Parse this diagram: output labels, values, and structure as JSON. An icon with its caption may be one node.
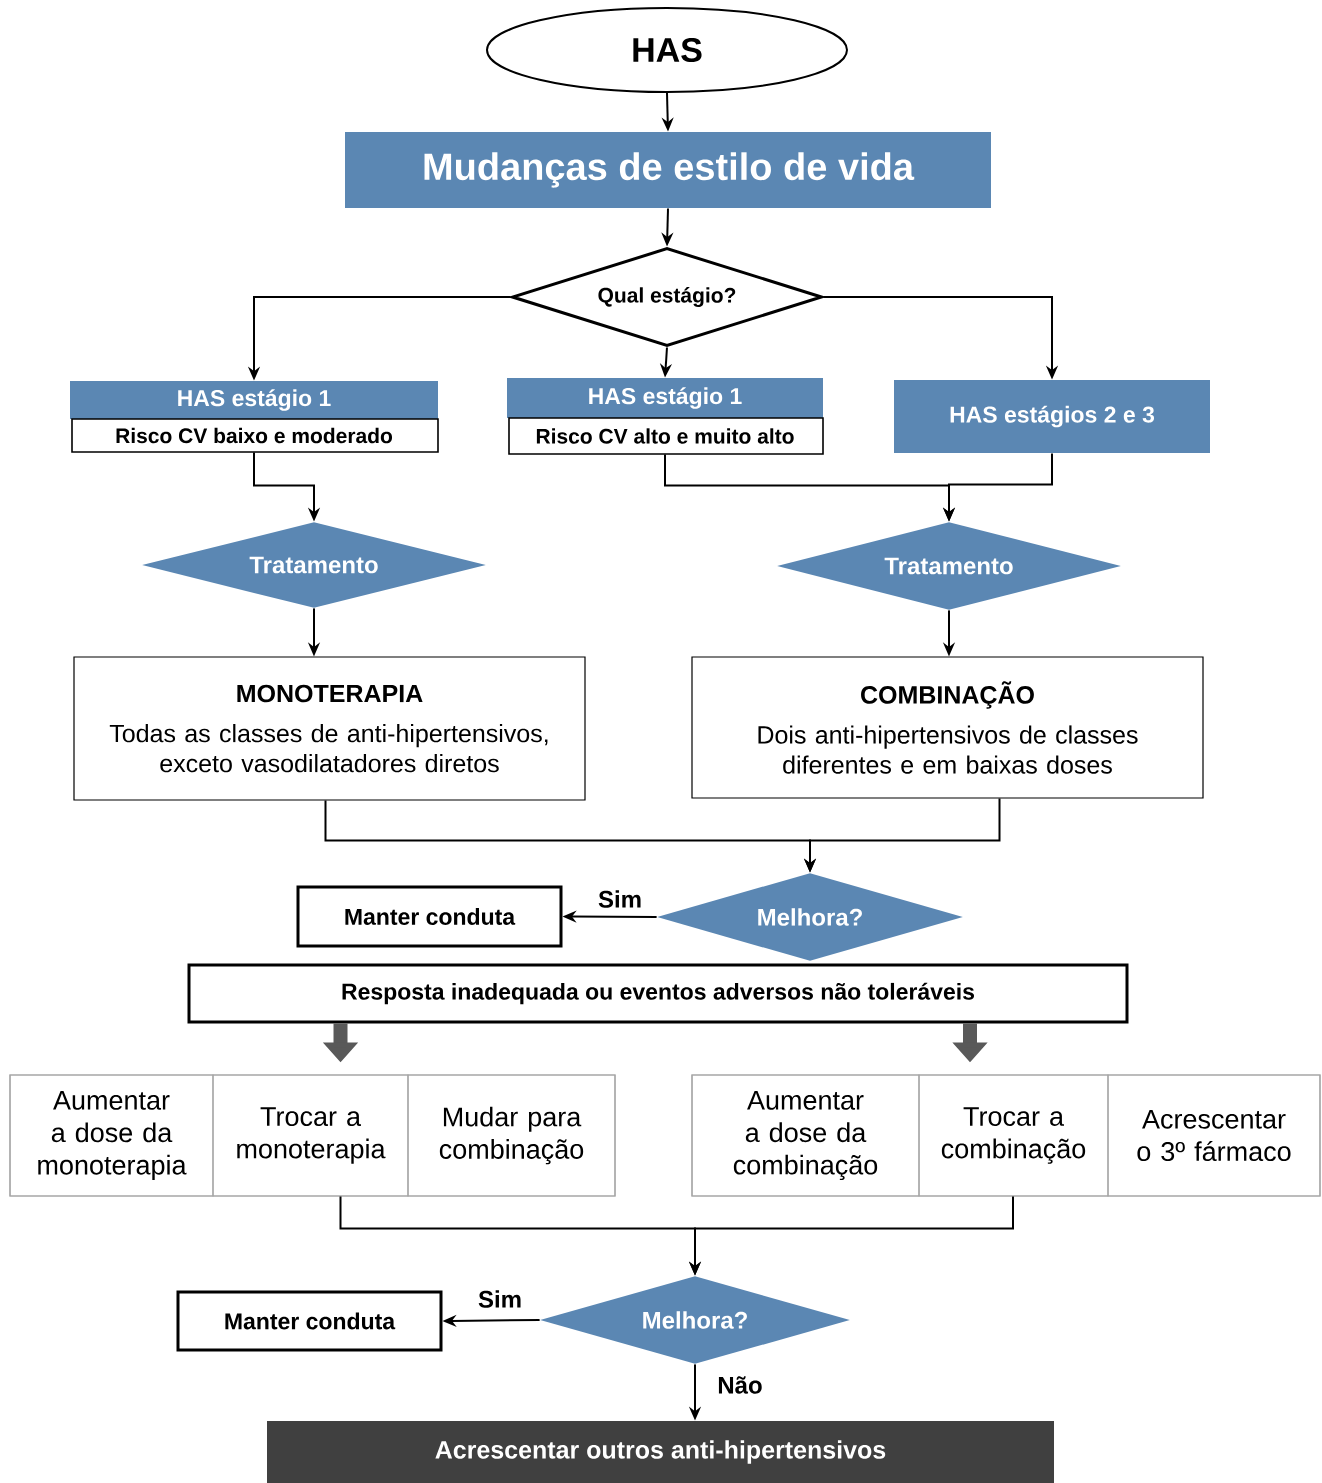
{
  "diagram": {
    "nodes": [
      {
        "text": [
          "HAS"
        ]
      },
      {
        "text": [
          "Mudanças de estilo de vida"
        ]
      },
      {
        "text": [
          "Qual estágio?"
        ]
      },
      {
        "text": [
          "HAS estágio 1",
          "Risco CV baixo e moderado"
        ]
      },
      {
        "text": [
          "HAS estágio 1",
          "Risco CV alto e muito alto"
        ]
      },
      {
        "text": [
          "HAS estágios 2 e 3"
        ]
      },
      {
        "text": [
          "Tratamento"
        ]
      },
      {
        "text": [
          "Tratamento"
        ]
      },
      {
        "text": [
          "MONOTERAPIA",
          "Todas as classes de anti-hipertensivos, exceto vasodilatadores diretos"
        ]
      },
      {
        "text": [
          "COMBINAÇÃO",
          "Dois anti-hipertensivos de classes diferentes e em baixas doses"
        ]
      },
      {
        "text": [
          "Manter conduta"
        ]
      },
      {
        "text": [
          "Melhora?"
        ]
      },
      {
        "text": [
          "Resposta inadequada ou eventos adversos não toleráveis"
        ]
      },
      {
        "text": [],
        "shape": "box"
      },
      {
        "text": [
          "Aumentar a dose da monoterapia"
        ],
        "in": 13
      },
      {
        "text": [
          "Trocar a monoterapia"
        ],
        "in": 13
      },
      {
        "text": [
          "Mudar para combinação"
        ],
        "in": 13
      },
      {
        "text": [],
        "shape": "box"
      },
      {
        "text": [
          "Aumentar a dose da combinação"
        ],
        "in": 17
      },
      {
        "text": [
          "Trocar a combinação"
        ],
        "in": 17
      },
      {
        "text": [
          "Acrescentar o 3º fármaco"
        ],
        "in": 17
      },
      {
        "text": [
          "Manter conduta"
        ]
      },
      {
        "text": [
          "Melhora?"
        ]
      },
      {
        "text": [
          "Acrescentar outros anti-hipertensivos"
        ]
      }
    ],
    "edges": [
      {
        "from": 0,
        "to": 1,
        "arrow": "to"
      },
      {
        "from": 1,
        "to": 2,
        "arrow": "to"
      },
      {
        "from": 2,
        "to": 3,
        "arrow": "to"
      },
      {
        "from": 2,
        "to": 4,
        "arrow": "to"
      },
      {
        "from": 2,
        "to": 5,
        "arrow": "to"
      },
      {
        "from": 3,
        "to": 6,
        "arrow": "to"
      },
      {
        "from": 4,
        "to": 7,
        "arrow": "to"
      },
      {
        "from": 5,
        "to": 7,
        "arrow": "to"
      },
      {
        "from": 6,
        "to": 8,
        "arrow": "to"
      },
      {
        "from": 7,
        "to": 9,
        "arrow": "to"
      },
      {
        "from": 8,
        "to": 11,
        "arrow": "to"
      },
      {
        "from": 9,
        "to": 11,
        "arrow": "to"
      },
      {
        "from": 11,
        "to": 10,
        "arrow": "to",
        "label": "Sim"
      },
      {
        "from": 12,
        "to": 13,
        "arrow": "to",
        "style": "thick",
        "color": "#595959"
      },
      {
        "from": 12,
        "to": 17,
        "arrow": "to",
        "style": "thick",
        "color": "#595959"
      },
      {
        "from": 13,
        "to": 22,
        "arrow": "to"
      },
      {
        "from": 17,
        "to": 22,
        "arrow": "to"
      },
      {
        "from": 22,
        "to": 21,
        "arrow": "to",
        "label": "Sim"
      },
      {
        "from": 22,
        "to": 23,
        "arrow": "to",
        "label": "Não"
      }
    ]
  }
}
